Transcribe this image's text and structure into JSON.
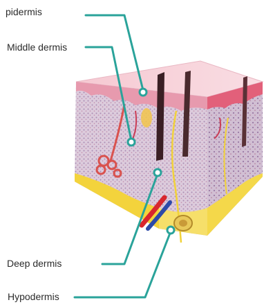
{
  "labels": {
    "epidermis": "pidermis",
    "middle_dermis": "Middle dermis",
    "deep_dermis": "Deep dermis",
    "hypodermis": "Hypodermis"
  },
  "colors": {
    "leader_line": "#2aa39a",
    "epidermis": "#f2b6c6",
    "dermis": "#d8c7d8",
    "fat": "#f2d23a",
    "artery": "#d8262e",
    "vein": "#2d4aa8"
  }
}
